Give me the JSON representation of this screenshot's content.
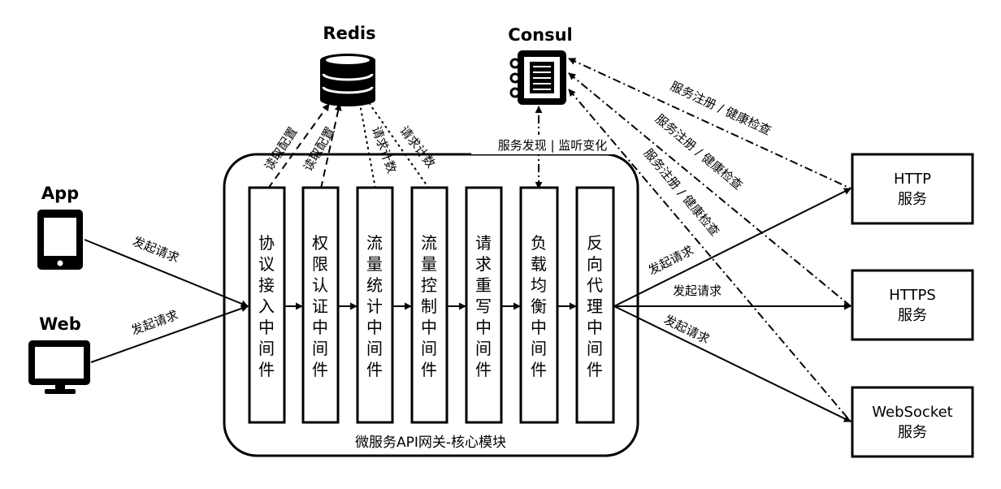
{
  "clients": {
    "app": "App",
    "web": "Web"
  },
  "redis": {
    "label": "Redis"
  },
  "consul": {
    "label": "Consul"
  },
  "gateway": {
    "label": "微服务API网关-核心模块"
  },
  "middlewares": [
    {
      "chars": [
        "协",
        "议",
        "接",
        "入",
        "中",
        "间",
        "件"
      ]
    },
    {
      "chars": [
        "权",
        "限",
        "认",
        "证",
        "中",
        "间",
        "件"
      ]
    },
    {
      "chars": [
        "流",
        "量",
        "统",
        "计",
        "中",
        "间",
        "件"
      ]
    },
    {
      "chars": [
        "流",
        "量",
        "控",
        "制",
        "中",
        "间",
        "件"
      ]
    },
    {
      "chars": [
        "请",
        "求",
        "重",
        "写",
        "中",
        "间",
        "件"
      ]
    },
    {
      "chars": [
        "负",
        "载",
        "均",
        "衡",
        "中",
        "间",
        "件"
      ]
    },
    {
      "chars": [
        "反",
        "向",
        "代",
        "理",
        "中",
        "间",
        "件"
      ]
    }
  ],
  "redis_links": {
    "read_config_1": "读取配置",
    "read_config_2": "读取配置",
    "request_count_1": "请求计数",
    "request_count_2": "请求计数"
  },
  "consul_link": {
    "label": "服务发现 | 监听变化"
  },
  "client_edges": {
    "app": "发起请求",
    "web": "发起请求"
  },
  "services": [
    {
      "line1": "HTTP",
      "line2": "服务"
    },
    {
      "line1": "HTTPS",
      "line2": "服务"
    },
    {
      "line1": "WebSocket",
      "line2": "服务"
    }
  ],
  "proxy_edges": {
    "http": "发起请求",
    "https": "发起请求",
    "websocket": "发起请求"
  },
  "registration": {
    "http": "服务注册 / 健康检查",
    "https": "服务注册 / 健康检查",
    "websocket": "服务注册 / 健康检查"
  }
}
